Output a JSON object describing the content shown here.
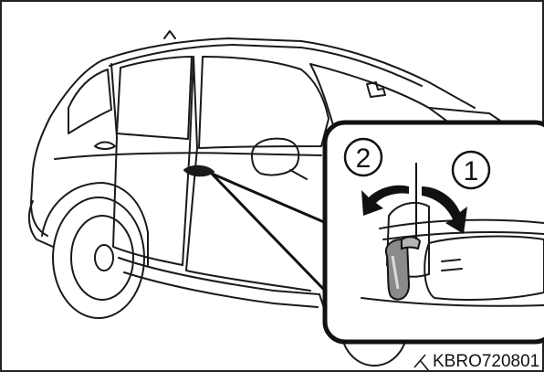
{
  "steps": [
    {
      "number": "1"
    },
    {
      "number": "2"
    }
  ],
  "figure_code": "KBRO720801"
}
